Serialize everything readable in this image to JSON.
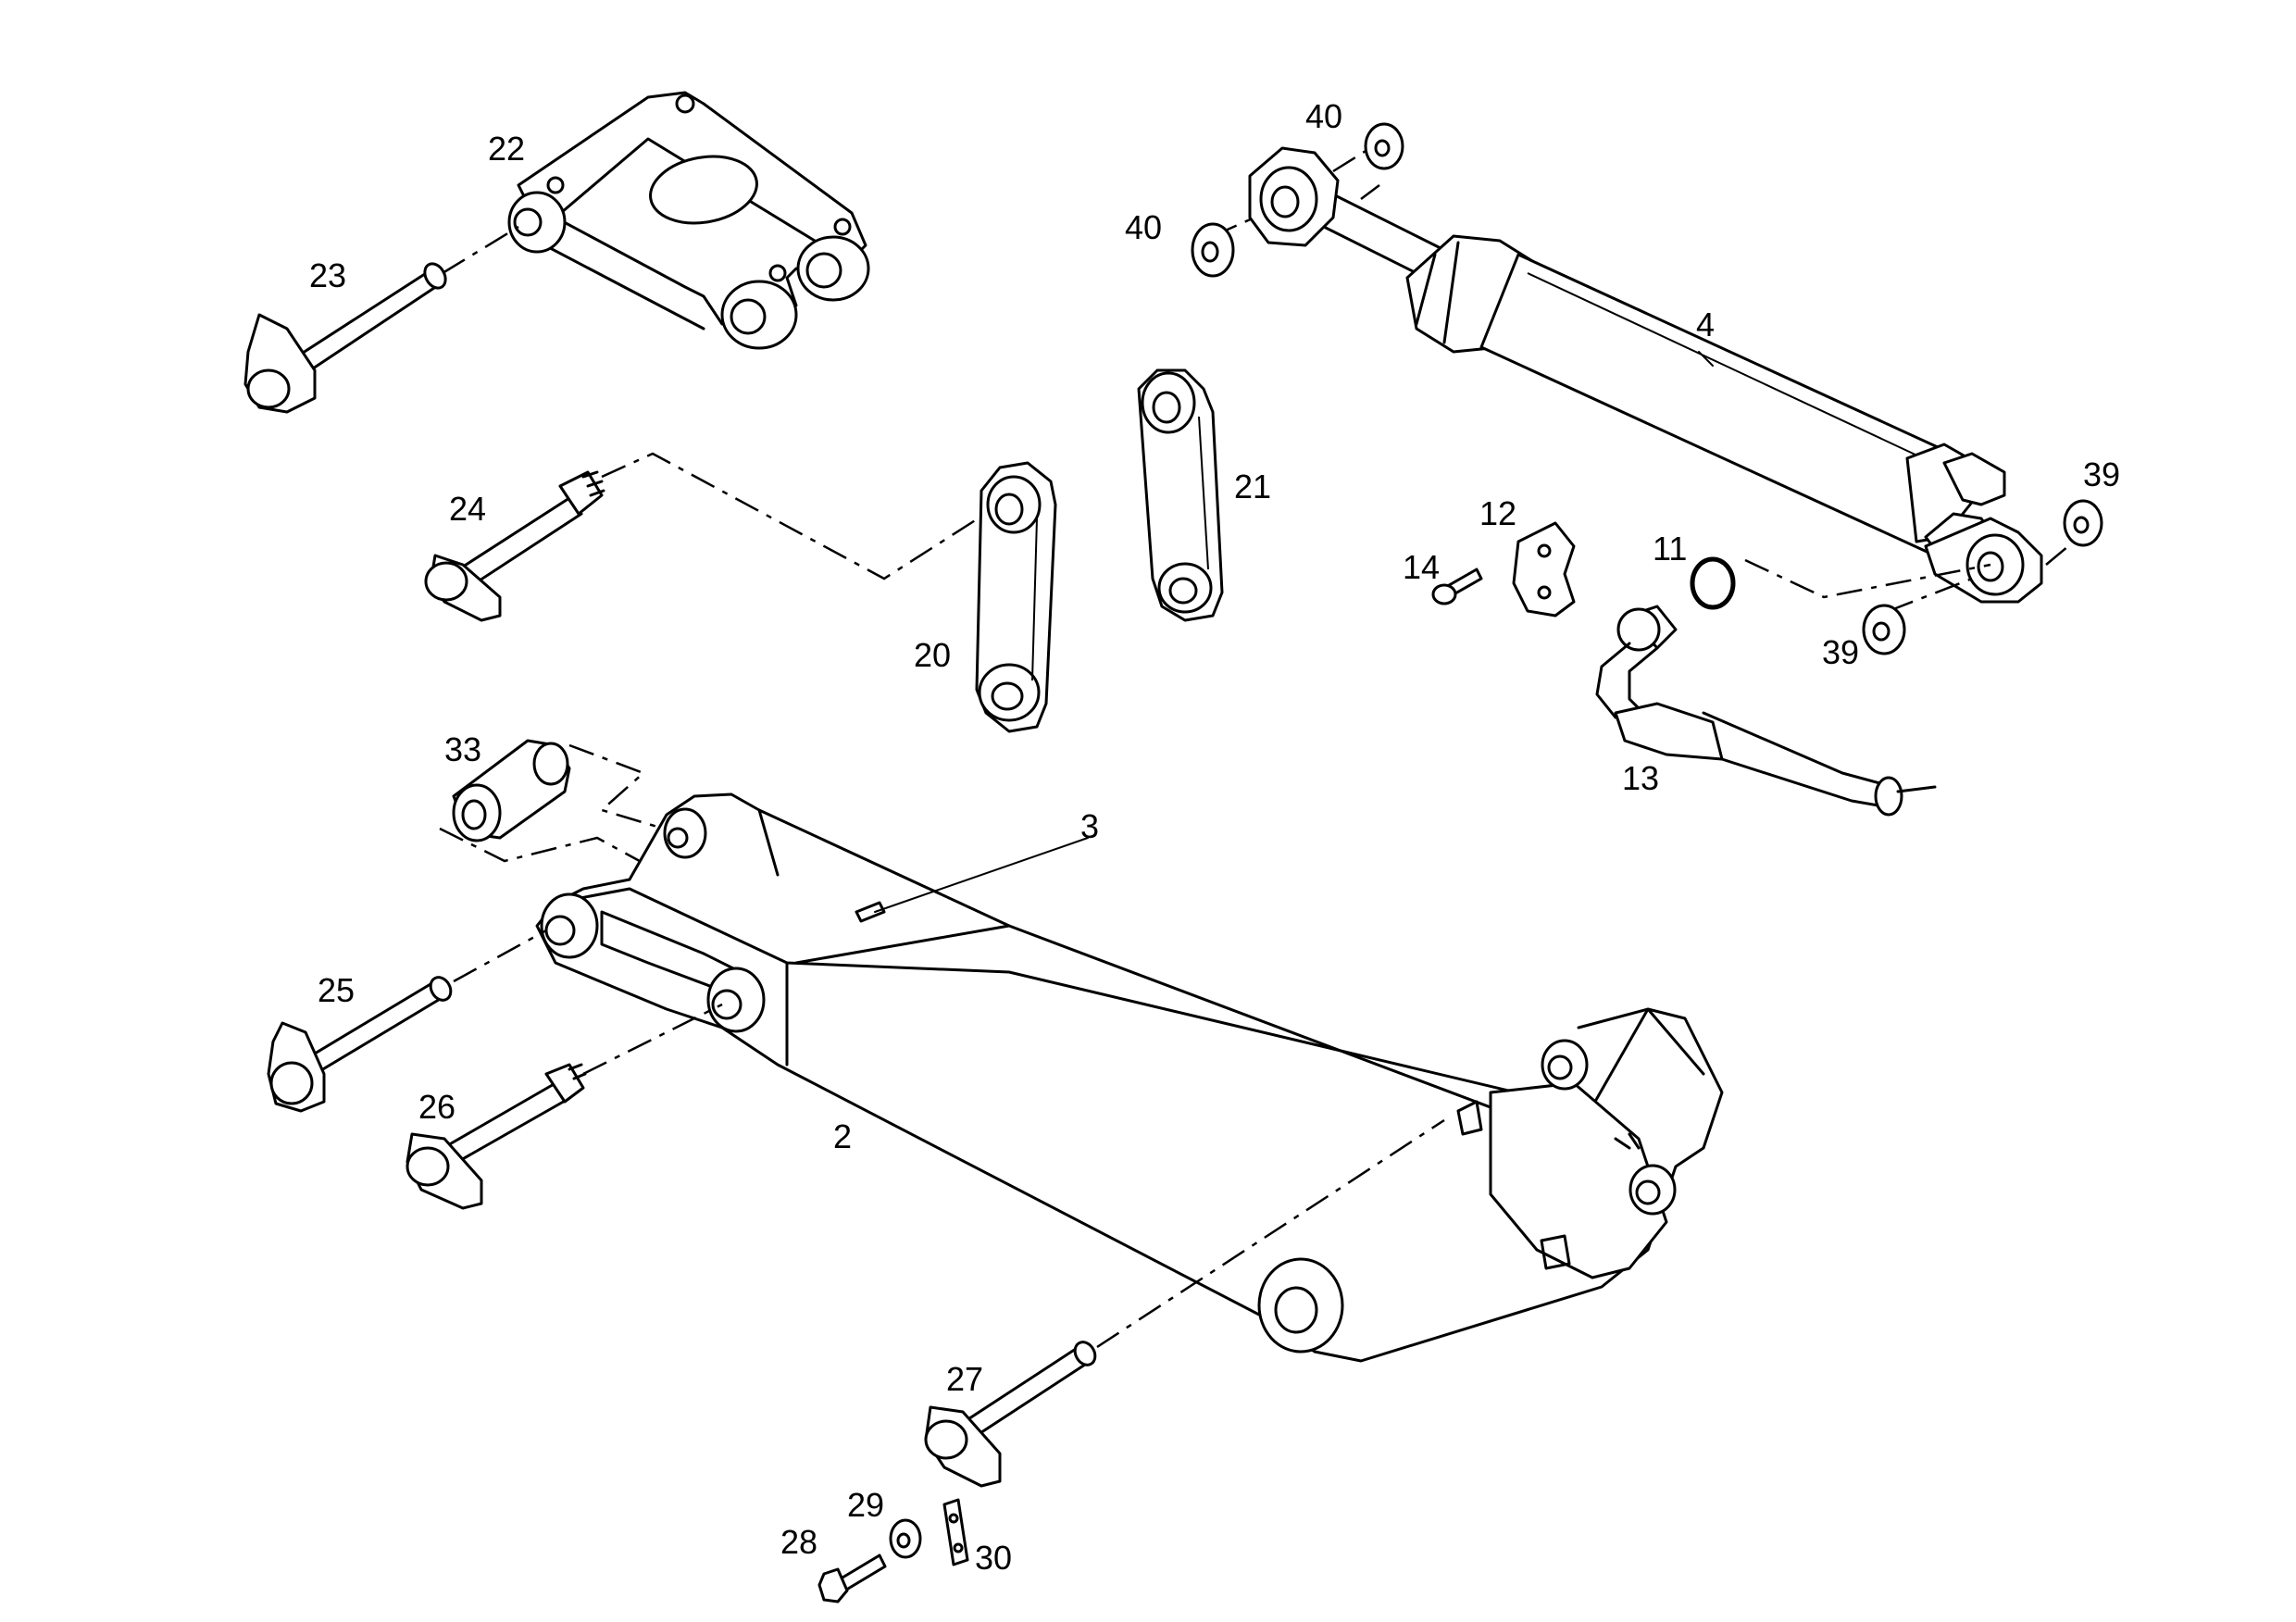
{
  "labels": {
    "p2": "2",
    "p3": "3",
    "p4": "4",
    "p11": "11",
    "p12": "12",
    "p13": "13",
    "p14": "14",
    "p20": "20",
    "p21": "21",
    "p22": "22",
    "p23": "23",
    "p24": "24",
    "p25": "25",
    "p26": "26",
    "p27": "27",
    "p28": "28",
    "p29": "29",
    "p30": "30",
    "p33": "33",
    "p39a": "39",
    "p39b": "39",
    "p40a": "40",
    "p40b": "40"
  }
}
